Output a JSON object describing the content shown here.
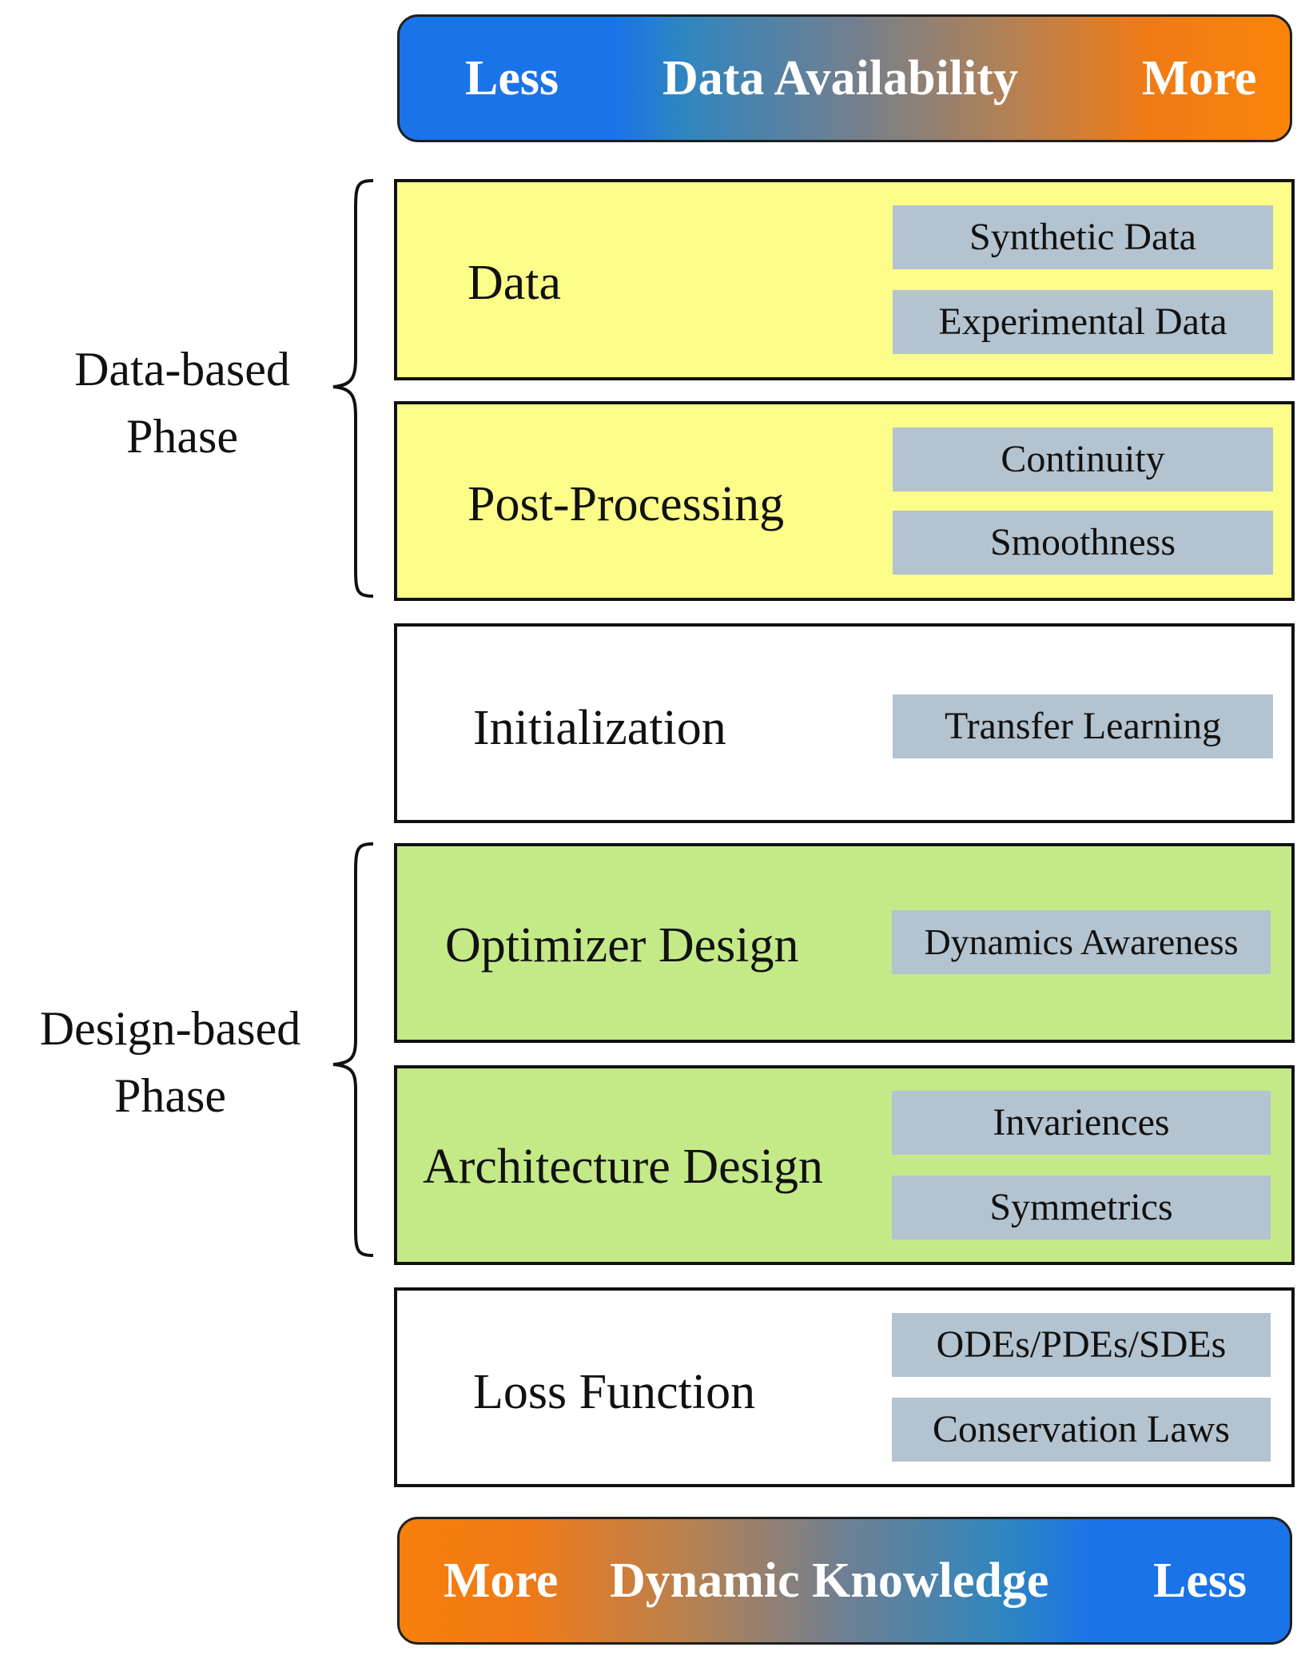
{
  "top_bar": {
    "left": "Less",
    "center": "Data Availability",
    "right": "More"
  },
  "bottom_bar": {
    "left": "More",
    "center": "Dynamic Knowledge",
    "right": "Less"
  },
  "phases": [
    {
      "label": "Data-based\nPhase"
    },
    {
      "label": "Design-based\nPhase"
    }
  ],
  "stages": [
    {
      "title": "Data",
      "color": "#fcfc88",
      "items": [
        "Synthetic Data",
        "Experimental Data"
      ]
    },
    {
      "title": "Post-Processing",
      "color": "#fcfc88",
      "items": [
        "Continuity",
        "Smoothness"
      ]
    },
    {
      "title": "Initialization",
      "color": "#ffffff",
      "items": [
        "Transfer Learning"
      ]
    },
    {
      "title": "Optimizer Design",
      "color": "#c4ea88",
      "items": [
        "Dynamics Awareness"
      ]
    },
    {
      "title": "Architecture Design",
      "color": "#c4ea88",
      "items": [
        "Invariences",
        "Symmetrics"
      ]
    },
    {
      "title": "Loss Function",
      "color": "#ffffff",
      "items": [
        "ODEs/PDEs/SDEs",
        "Conservation Laws"
      ]
    }
  ],
  "colors": {
    "blue": "#1a73e8",
    "orange": "#f77f0c",
    "chip": "#b3c3cf",
    "yellow": "#fcfc88",
    "green": "#c4ea88"
  }
}
